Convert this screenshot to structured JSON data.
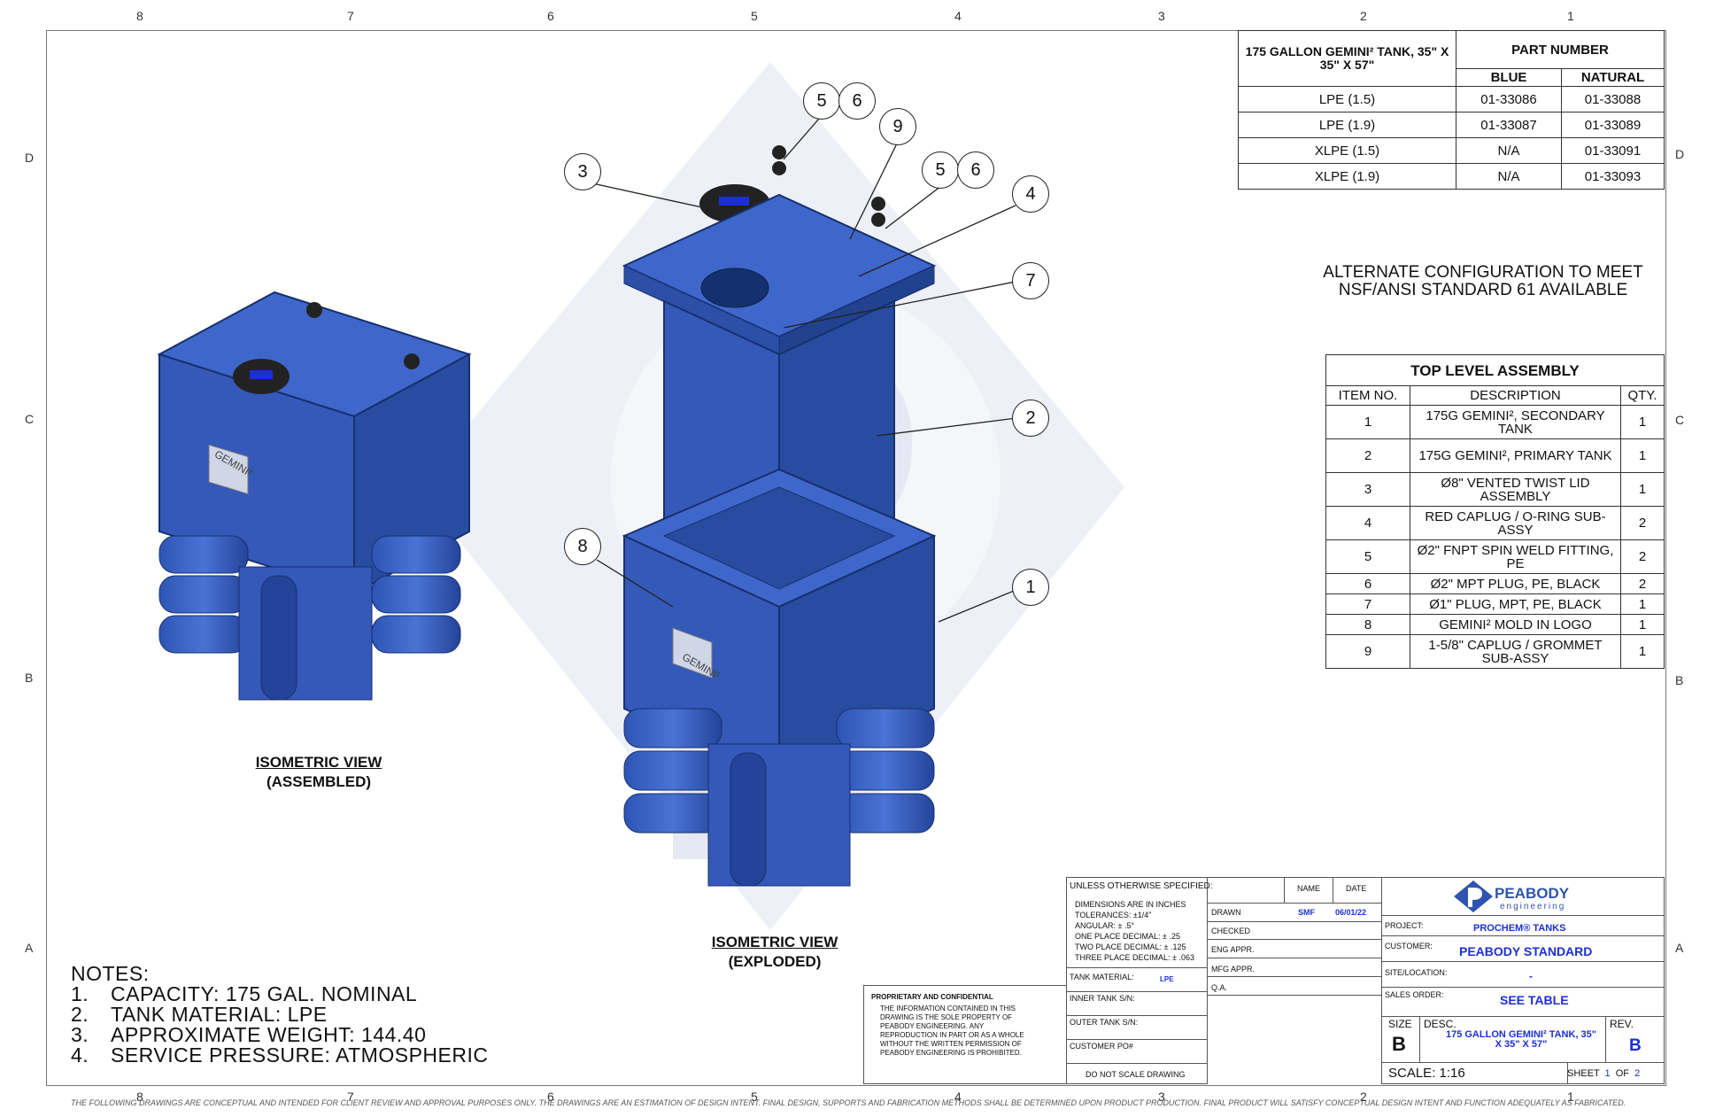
{
  "zones_top": [
    "8",
    "7",
    "6",
    "5",
    "4",
    "3",
    "2",
    "1"
  ],
  "zones_side": [
    "D",
    "C",
    "B",
    "A"
  ],
  "part_table": {
    "title": "175 GALLON GEMINI² TANK, 35\" X 35\" X 57\"",
    "part_number": "PART NUMBER",
    "col_blue": "BLUE",
    "col_natural": "NATURAL",
    "rows": [
      {
        "material": "LPE (1.5)",
        "blue": "01-33086",
        "natural": "01-33088"
      },
      {
        "material": "LPE (1.9)",
        "blue": "01-33087",
        "natural": "01-33089"
      },
      {
        "material": "XLPE (1.5)",
        "blue": "N/A",
        "natural": "01-33091"
      },
      {
        "material": "XLPE (1.9)",
        "blue": "N/A",
        "natural": "01-33093"
      }
    ]
  },
  "alt_config": {
    "line1": "ALTERNATE CONFIGURATION TO MEET",
    "line2": "NSF/ANSI STANDARD 61 AVAILABLE"
  },
  "assembly": {
    "title": "TOP LEVEL ASSEMBLY",
    "col_item": "ITEM NO.",
    "col_desc": "DESCRIPTION",
    "col_qty": "QTY.",
    "rows": [
      {
        "item": "1",
        "desc": "175G GEMINI², SECONDARY TANK",
        "qty": "1"
      },
      {
        "item": "2",
        "desc": "175G GEMINI², PRIMARY TANK",
        "qty": "1"
      },
      {
        "item": "3",
        "desc": "Ø8\" VENTED TWIST LID ASSEMBLY",
        "qty": "1"
      },
      {
        "item": "4",
        "desc": "RED CAPLUG / O-RING SUB-ASSY",
        "qty": "2"
      },
      {
        "item": "5",
        "desc": "Ø2\" FNPT SPIN WELD FITTING, PE",
        "qty": "2"
      },
      {
        "item": "6",
        "desc": "Ø2\" MPT PLUG, PE, BLACK",
        "qty": "2"
      },
      {
        "item": "7",
        "desc": "Ø1\" PLUG, MPT, PE, BLACK",
        "qty": "1"
      },
      {
        "item": "8",
        "desc": "GEMINI² MOLD IN LOGO",
        "qty": "1"
      },
      {
        "item": "9",
        "desc": "1-5/8\" CAPLUG / GROMMET SUB-ASSY",
        "qty": "1"
      }
    ]
  },
  "views": {
    "assembled_title": "ISOMETRIC VIEW",
    "assembled_sub": "(ASSEMBLED)",
    "exploded_title": "ISOMETRIC VIEW",
    "exploded_sub": "(EXPLODED)",
    "logo_text": "GEMINI²",
    "balloons": [
      "5",
      "6",
      "9",
      "3",
      "5",
      "6",
      "4",
      "7",
      "2",
      "8",
      "1"
    ]
  },
  "notes": {
    "title": "NOTES:",
    "items": [
      {
        "n": "1.",
        "t": "CAPACITY:  175 GAL. NOMINAL"
      },
      {
        "n": "2.",
        "t": "TANK MATERIAL: LPE"
      },
      {
        "n": "3.",
        "t": "APPROXIMATE WEIGHT: 144.40"
      },
      {
        "n": "4.",
        "t": "SERVICE PRESSURE: ATMOSPHERIC"
      }
    ]
  },
  "proprietary": {
    "title": "PROPRIETARY AND CONFIDENTIAL",
    "body": "THE INFORMATION CONTAINED IN THIS DRAWING IS THE SOLE PROPERTY OF PEABODY ENGINEERING.  ANY REPRODUCTION IN PART OR AS A WHOLE WITHOUT THE WRITTEN PERMISSION OF PEABODY ENGINEERING IS PROHIBITED."
  },
  "title_block": {
    "unless": "UNLESS OTHERWISE SPECIFIED:",
    "tolerances": [
      "DIMENSIONS ARE IN INCHES",
      "TOLERANCES: ±1/4\"",
      "ANGULAR: ± .5°",
      "ONE PLACE DECIMAL: ± .25",
      "TWO PLACE DECIMAL: ± .125",
      "THREE PLACE DECIMAL: ± .063"
    ],
    "tank_material_label": "TANK MATERIAL:",
    "tank_material": "LPE",
    "inner_tank": "INNER TANK S/N:",
    "outer_tank": "OUTER TANK S/N:",
    "customer_po": "CUSTOMER PO#",
    "do_not_scale": "DO NOT SCALE DRAWING",
    "name_col": "NAME",
    "date_col": "DATE",
    "drawn": "DRAWN",
    "drawn_name": "SMF",
    "drawn_date": "06/01/22",
    "checked": "CHECKED",
    "eng_appr": "ENG APPR.",
    "mfg_appr": "MFG APPR.",
    "qa": "Q.A.",
    "company": "PEABODY",
    "company_sub": "engineering",
    "project_label": "PROJECT:",
    "project": "PROCHEM® TANKS",
    "customer_label": "CUSTOMER:",
    "customer": "PEABODY STANDARD",
    "site_label": "SITE/LOCATION:",
    "site": "-",
    "sales_label": "SALES ORDER:",
    "sales": "SEE TABLE",
    "size_label": "SIZE",
    "size": "B",
    "desc_label": "DESC.",
    "desc": "175 GALLON GEMINI² TANK, 35\" X 35\" X 57\"",
    "rev_label": "REV.",
    "rev": "B",
    "scale": "SCALE: 1:16",
    "sheet_label": "SHEET",
    "sheet": "1",
    "of_label": "OF",
    "of": "2"
  },
  "footer": "THE FOLLOWING DRAWINGS ARE CONCEPTUAL AND INTENDED FOR CLIENT REVIEW AND APPROVAL PURPOSES ONLY. THE DRAWINGS ARE AN ESTIMATION OF DESIGN INTENT. FINAL DESIGN, SUPPORTS AND FABRICATION METHODS SHALL BE DETERMINED UPON PRODUCT PRODUCTION. FINAL PRODUCT WILL SATISFY CONCEPTUAL DESIGN INTENT AND FUNCTION ADEQUATELY AS FABRICATED.",
  "colors": {
    "tank_blue": "#3458b8",
    "tank_dark": "#23438f",
    "ink_blue": "#1c2fd6"
  }
}
